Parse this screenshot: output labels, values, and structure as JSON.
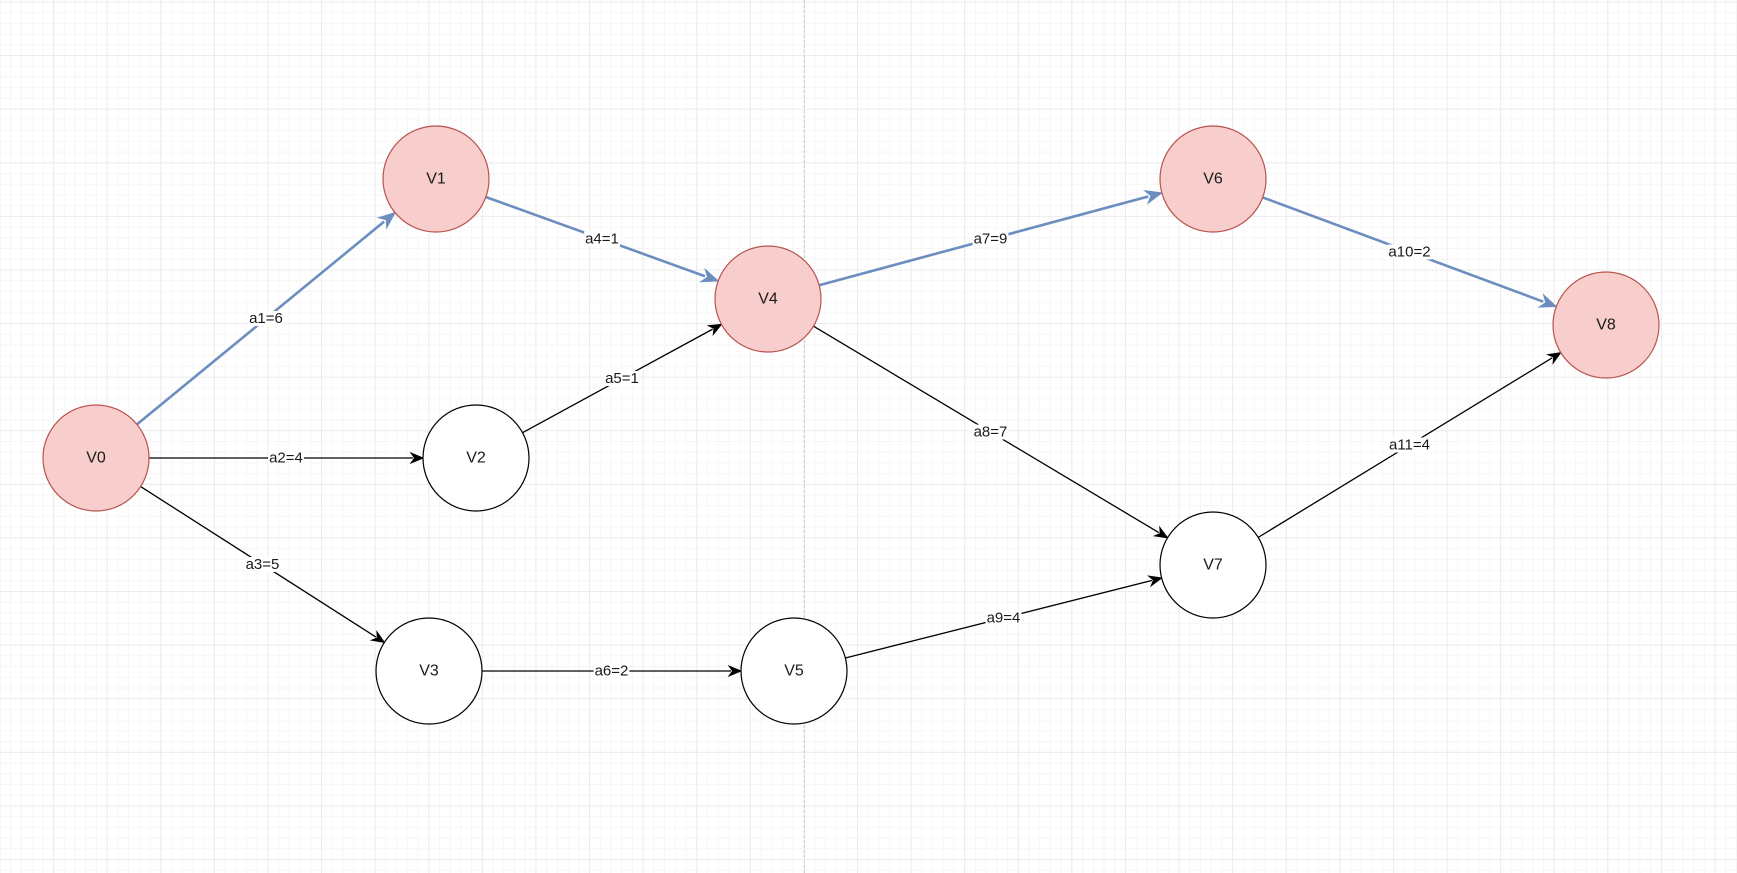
{
  "colors": {
    "critical_fill": "#f8cecc",
    "critical_stroke": "#b85450",
    "normal_fill": "#ffffff",
    "normal_stroke": "#000000",
    "critical_edge": "#6c8ebf",
    "normal_edge": "#000000"
  },
  "nodes": [
    {
      "id": "V0",
      "label": "V0",
      "critical": true
    },
    {
      "id": "V1",
      "label": "V1",
      "critical": true
    },
    {
      "id": "V2",
      "label": "V2",
      "critical": false
    },
    {
      "id": "V3",
      "label": "V3",
      "critical": false
    },
    {
      "id": "V4",
      "label": "V4",
      "critical": true
    },
    {
      "id": "V5",
      "label": "V5",
      "critical": false
    },
    {
      "id": "V6",
      "label": "V6",
      "critical": true
    },
    {
      "id": "V7",
      "label": "V7",
      "critical": false
    },
    {
      "id": "V8",
      "label": "V8",
      "critical": true
    }
  ],
  "edges": [
    {
      "id": "a1",
      "from": "V0",
      "to": "V1",
      "label": "a1=6",
      "critical": true
    },
    {
      "id": "a2",
      "from": "V0",
      "to": "V2",
      "label": "a2=4",
      "critical": false
    },
    {
      "id": "a3",
      "from": "V0",
      "to": "V3",
      "label": "a3=5",
      "critical": false
    },
    {
      "id": "a4",
      "from": "V1",
      "to": "V4",
      "label": "a4=1",
      "critical": true
    },
    {
      "id": "a5",
      "from": "V2",
      "to": "V4",
      "label": "a5=1",
      "critical": false
    },
    {
      "id": "a6",
      "from": "V3",
      "to": "V5",
      "label": "a6=2",
      "critical": false
    },
    {
      "id": "a7",
      "from": "V4",
      "to": "V6",
      "label": "a7=9",
      "critical": true
    },
    {
      "id": "a8",
      "from": "V4",
      "to": "V7",
      "label": "a8=7",
      "critical": false
    },
    {
      "id": "a9",
      "from": "V5",
      "to": "V7",
      "label": "a9=4",
      "critical": false
    },
    {
      "id": "a10",
      "from": "V6",
      "to": "V8",
      "label": "a10=2",
      "critical": true
    },
    {
      "id": "a11",
      "from": "V7",
      "to": "V8",
      "label": "a11=4",
      "critical": false
    }
  ]
}
